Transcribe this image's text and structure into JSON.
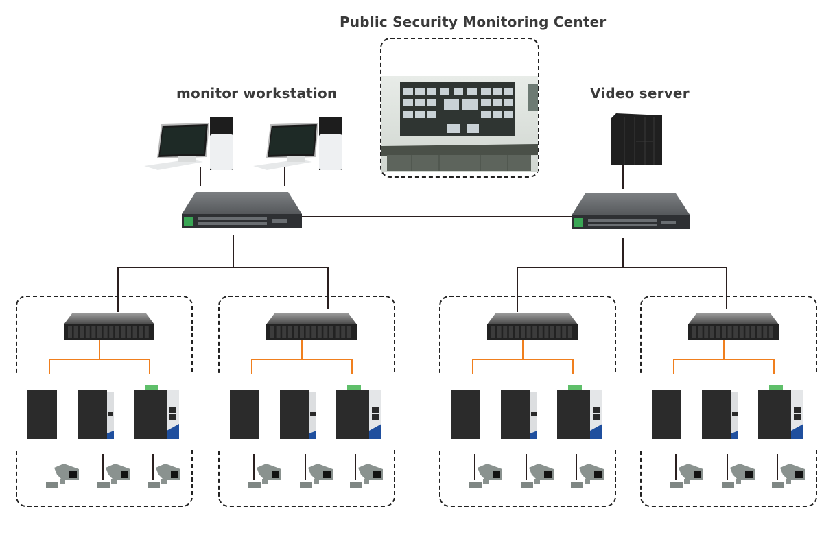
{
  "labels": {
    "center": "Public Security Monitoring Center",
    "workstation": "monitor workstation",
    "server": "Video server"
  },
  "colors": {
    "text": "#3a3a3a",
    "link_line": "#2a1f1f",
    "fiber_line": "#f07f1e",
    "dashed_border": "#222222",
    "device_dark": "#2b2b2b",
    "switch_port_green": "#3aa655",
    "switch_blue": "#1f4f9e",
    "camera_gray": "#8a928f"
  },
  "nodes": {
    "monitoring_center": "Public Security Monitoring Center",
    "workstations": [
      "monitor workstation 1",
      "monitor workstation 2"
    ],
    "video_server": "Video server",
    "core_switches": [
      "core switch left",
      "core switch right"
    ],
    "groups": [
      {
        "name": "group-1",
        "chassis": "media converter chassis",
        "switches": 3,
        "cameras": 3
      },
      {
        "name": "group-2",
        "chassis": "media converter chassis",
        "switches": 3,
        "cameras": 3
      },
      {
        "name": "group-3",
        "chassis": "media converter chassis",
        "switches": 3,
        "cameras": 3
      },
      {
        "name": "group-4",
        "chassis": "media converter chassis",
        "switches": 3,
        "cameras": 3
      }
    ]
  }
}
